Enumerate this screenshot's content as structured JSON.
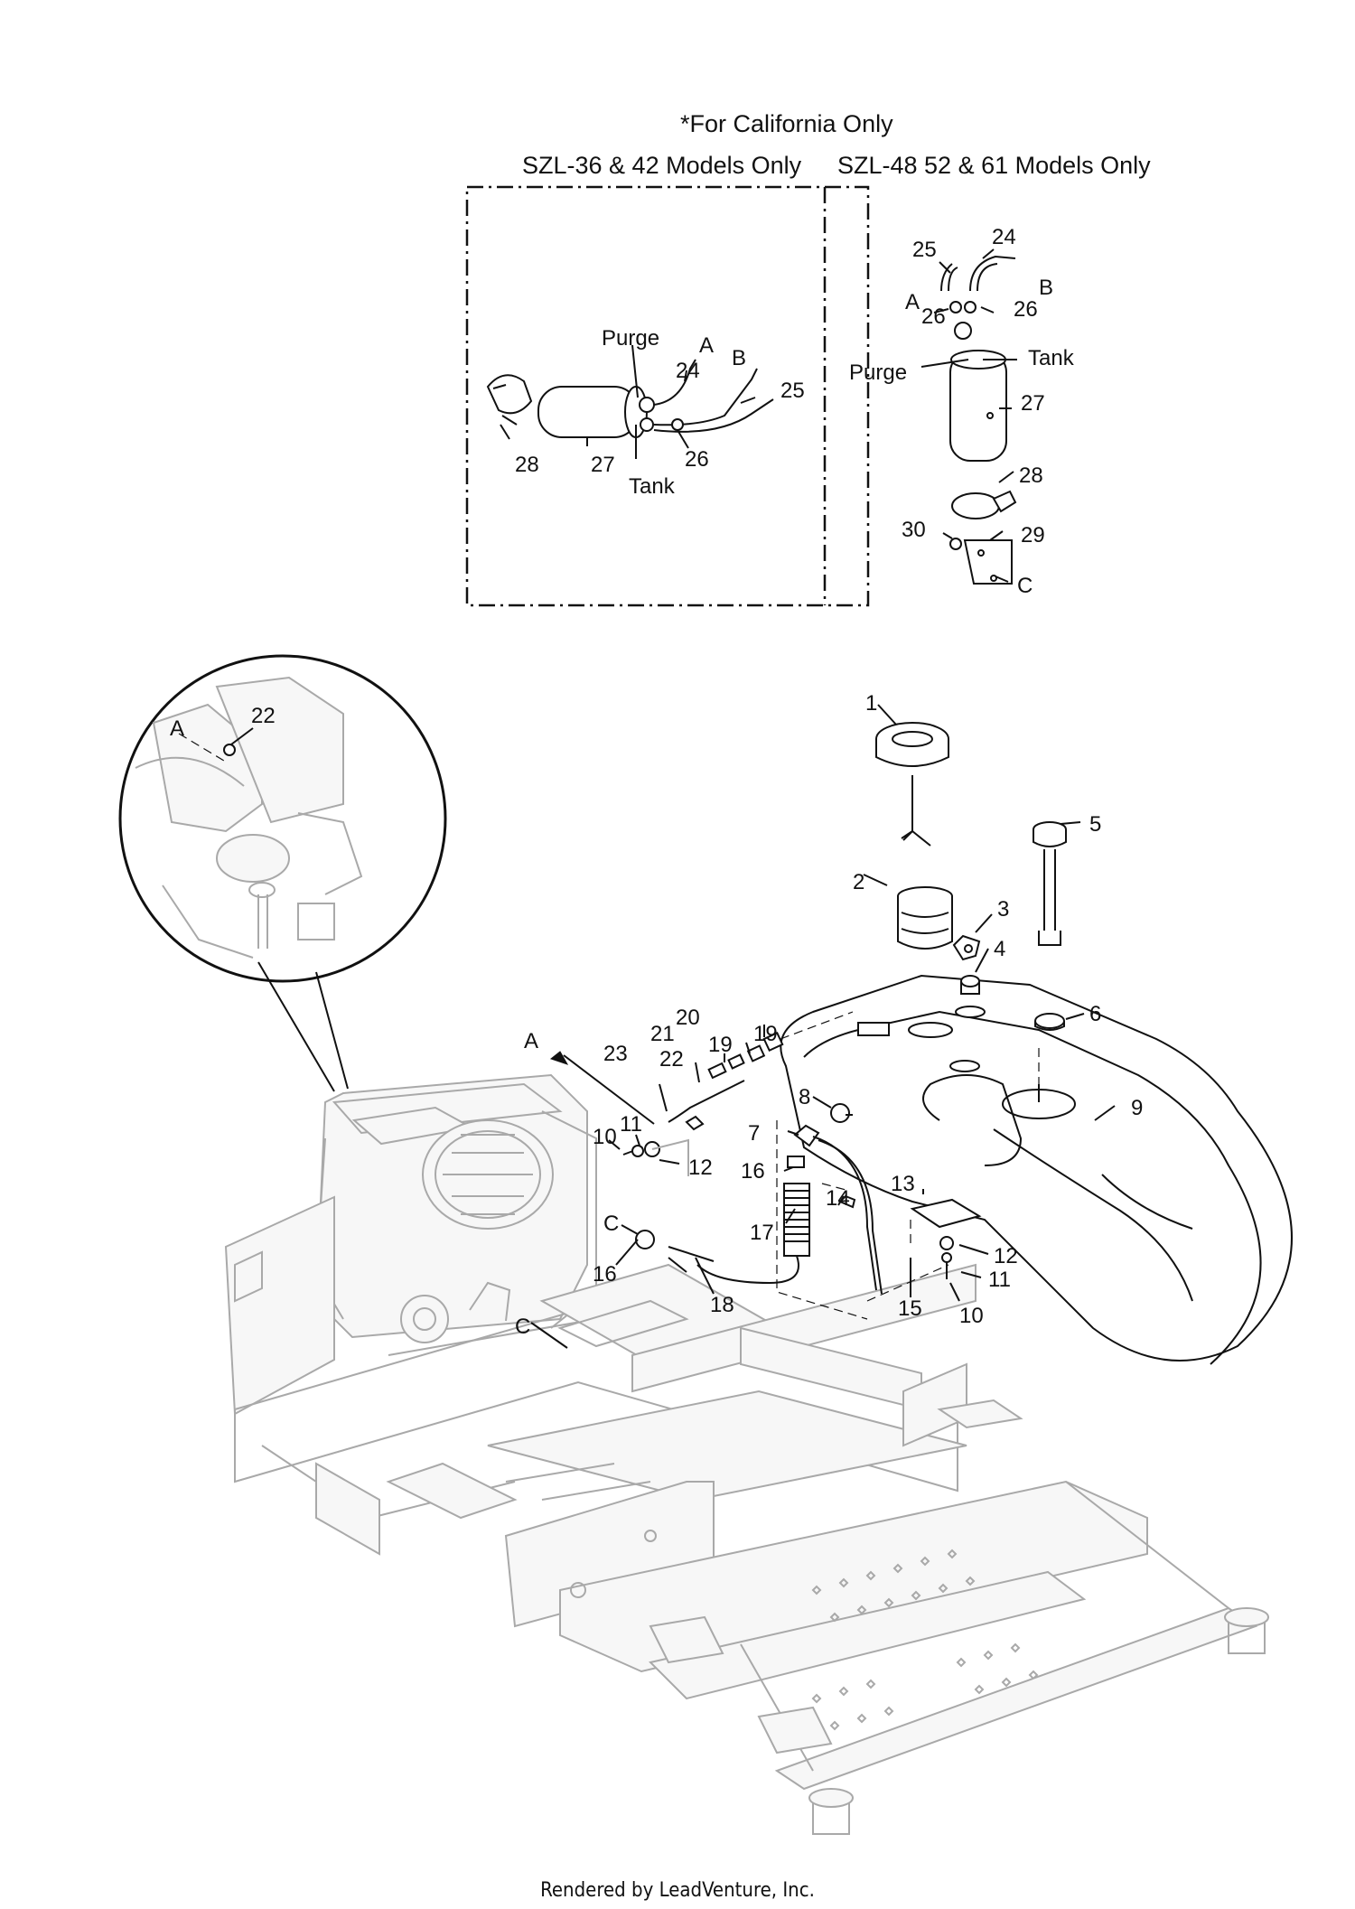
{
  "header": {
    "california_note": "*For California Only",
    "left_panel_title": "SZL-36 & 42 Models Only",
    "right_panel_title": "SZL-48 52 & 61 Models Only"
  },
  "left_panel": {
    "callouts": [
      "Purge",
      "A",
      "B",
      "24",
      "25",
      "28",
      "27",
      "26",
      "Tank"
    ]
  },
  "right_panel": {
    "callouts": [
      "24",
      "25",
      "B",
      "A",
      "26",
      "26",
      "Tank",
      "Purge",
      "27",
      "28",
      "30",
      "29",
      "C"
    ]
  },
  "detail_view": {
    "callouts": [
      "A",
      "22"
    ]
  },
  "main_view": {
    "callouts": [
      "1",
      "2",
      "3",
      "4",
      "5",
      "6",
      "9",
      "20",
      "21",
      "19",
      "19",
      "A",
      "23",
      "22",
      "8",
      "7",
      "16",
      "10",
      "11",
      "12",
      "13",
      "14",
      "17",
      "C",
      "16",
      "18",
      "C",
      "12",
      "11",
      "15",
      "10"
    ]
  },
  "footer": "Rendered by LeadVenture, Inc."
}
